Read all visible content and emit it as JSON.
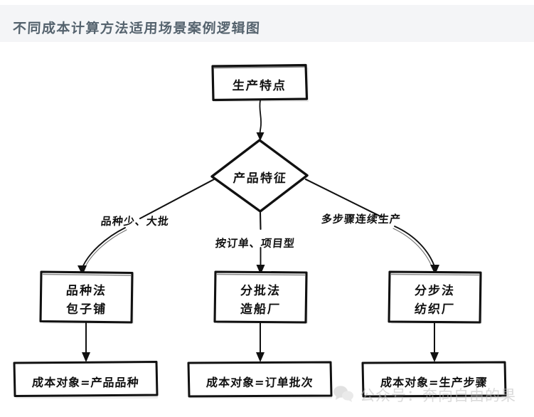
{
  "header": {
    "title": "不同成本计算方法适用场景案例逻辑图"
  },
  "diagram": {
    "start_node": {
      "label": "生产特点",
      "shape": "rectangle"
    },
    "decision_node": {
      "label": "产品特征",
      "shape": "diamond"
    },
    "branches": [
      {
        "edge_label": "品种少、大批",
        "method_line1": "品种法",
        "method_line2": "包子铺",
        "result": "成本对象=产品品种"
      },
      {
        "edge_label": "按订单、项目型",
        "method_line1": "分批法",
        "method_line2": "造船厂",
        "result": "成本对象=订单批次"
      },
      {
        "edge_label": "多步骤连续生产",
        "method_line1": "分步法",
        "method_line2": "纺织厂",
        "result": "成本对象=生产步骤"
      }
    ]
  },
  "watermark": {
    "text": "公众号：奔向自由的果",
    "icon": "wechat-icon"
  },
  "colors": {
    "header_bg": "#f4f5f7",
    "header_text": "#55636e",
    "stroke": "#111111",
    "canvas_bg": "#ffffff",
    "watermark_text": "#bdbdbd"
  }
}
